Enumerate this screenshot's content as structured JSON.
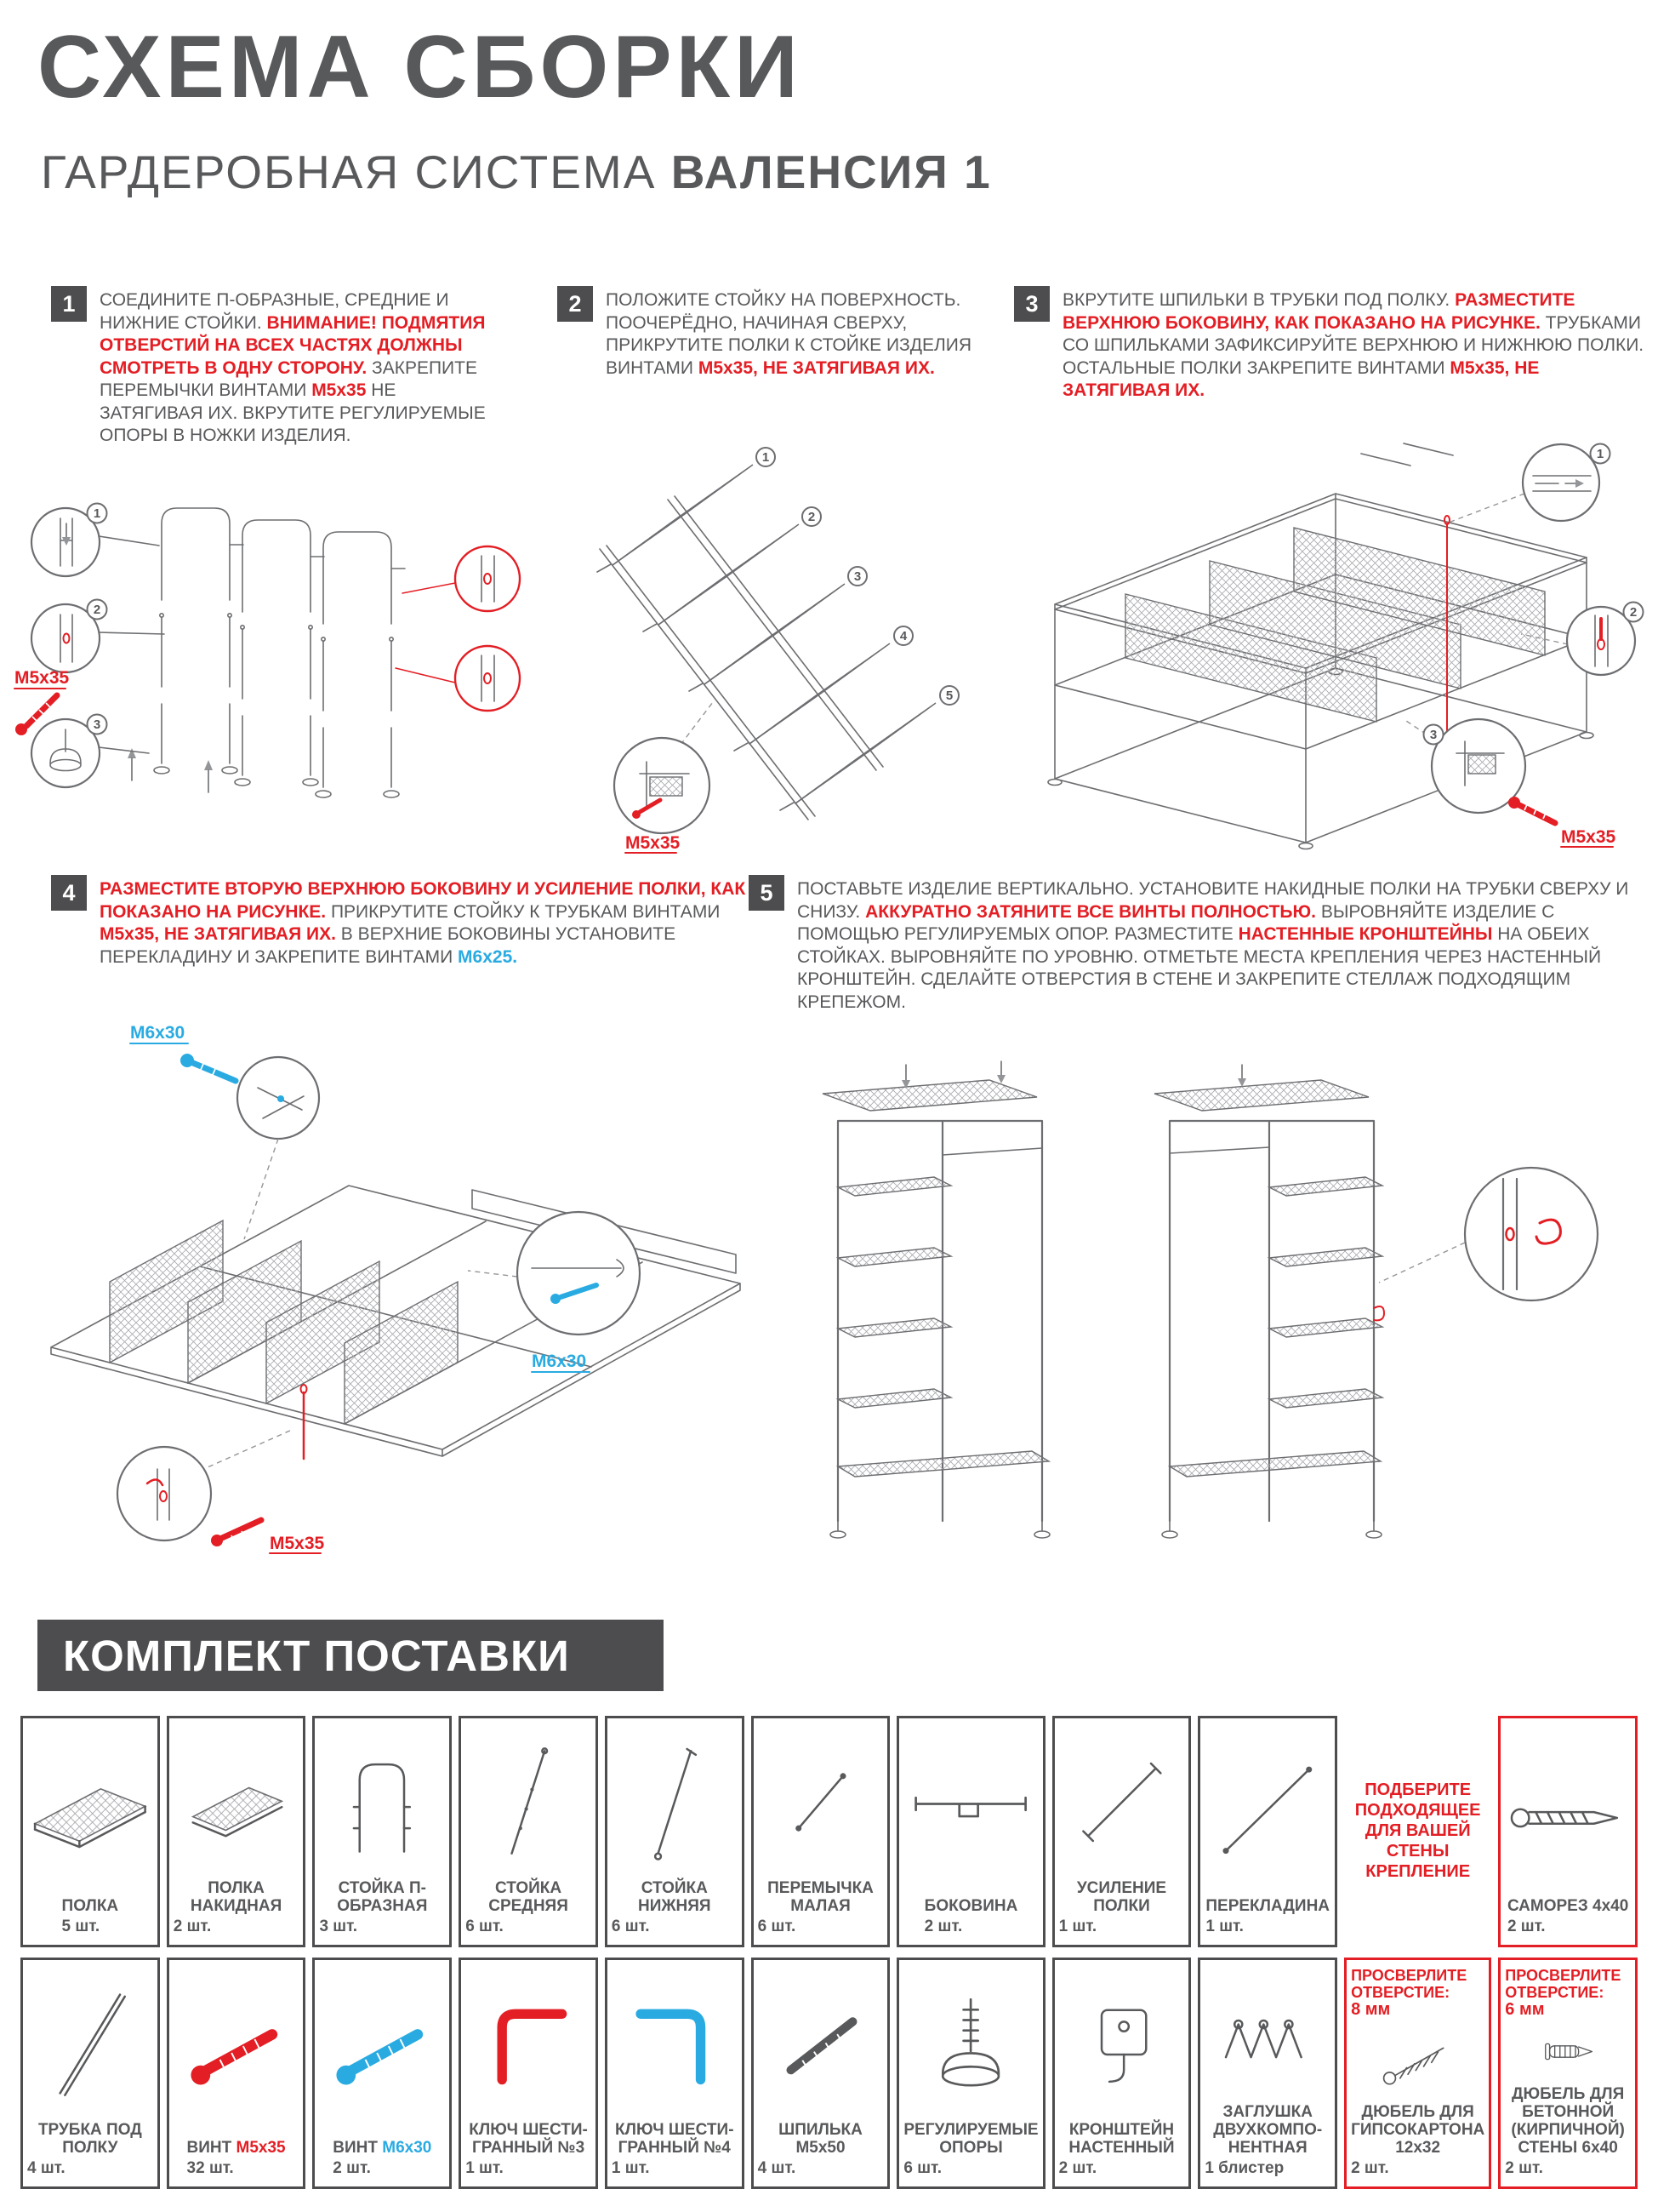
{
  "colors": {
    "dark": "#58595b",
    "accent_red": "#e31e24",
    "accent_blue": "#29abe2"
  },
  "header": {
    "title": "СХЕМА СБОРКИ",
    "subtitle_regular": "ГАРДЕРОБНАЯ СИСТЕМА ",
    "subtitle_bold": "ВАЛЕНСИЯ 1"
  },
  "steps": [
    {
      "number": "1",
      "text": [
        {
          "t": "СОЕДИНИТЕ П-ОБРАЗНЫЕ, СРЕДНИЕ И НИЖНИЕ СТОЙКИ. "
        },
        {
          "t": "ВНИМАНИЕ! ПОДМЯТИЯ ОТВЕРСТИЙ НА ВСЕХ ЧАСТЯХ ДОЛЖНЫ СМОТРЕТЬ В ОДНУ СТОРОНУ. ",
          "c": "r"
        },
        {
          "t": "ЗАКРЕПИТЕ ПЕРЕМЫЧКИ ВИНТАМИ "
        },
        {
          "t": "М5х35",
          "c": "r"
        },
        {
          "t": " НЕ ЗАТЯГИВАЯ ИХ. ВКРУТИТЕ РЕГУЛИРУЕМЫЕ ОПОРЫ В НОЖКИ ИЗДЕЛИЯ."
        }
      ]
    },
    {
      "number": "2",
      "text": [
        {
          "t": "ПОЛОЖИТЕ СТОЙКУ НА ПОВЕРХНОСТЬ. ПООЧЕРЁДНО, НАЧИНАЯ СВЕРХУ, ПРИКРУТИТЕ ПОЛКИ К СТОЙКЕ ИЗДЕЛИЯ ВИНТАМИ "
        },
        {
          "t": "М5х35, НЕ ЗАТЯГИВАЯ ИХ.",
          "c": "r"
        }
      ]
    },
    {
      "number": "3",
      "text": [
        {
          "t": "ВКРУТИТЕ ШПИЛЬКИ В ТРУБКИ ПОД ПОЛКУ. "
        },
        {
          "t": "РАЗМЕСТИТЕ ВЕРХНЮЮ БОКОВИНУ, КАК ПОКАЗАНО НА РИСУНКЕ. ",
          "c": "r"
        },
        {
          "t": "ТРУБКАМИ СО ШПИЛЬКАМИ ЗАФИКСИРУЙТЕ ВЕРХНЮЮ И НИЖНЮЮ ПОЛКИ. ОСТАЛЬНЫЕ ПОЛКИ ЗАКРЕПИТЕ ВИНТАМИ "
        },
        {
          "t": "М5х35, НЕ ЗАТЯГИВАЯ ИХ.",
          "c": "r"
        }
      ]
    },
    {
      "number": "4",
      "text": [
        {
          "t": "РАЗМЕСТИТЕ ВТОРУЮ ВЕРХНЮЮ БОКОВИНУ И УСИЛЕНИЕ ПОЛКИ, КАК ПОКАЗАНО НА РИСУНКЕ. ",
          "c": "r"
        },
        {
          "t": "ПРИКРУТИТЕ СТОЙКУ К ТРУБКАМ ВИНТАМИ "
        },
        {
          "t": "М5х35, НЕ ЗАТЯГИВАЯ ИХ. ",
          "c": "r"
        },
        {
          "t": "В ВЕРХНИЕ БОКОВИНЫ УСТАНОВИТЕ ПЕРЕКЛАДИНУ И ЗАКРЕПИТЕ ВИНТАМИ "
        },
        {
          "t": "М6х25.",
          "c": "b"
        }
      ]
    },
    {
      "number": "5",
      "text": [
        {
          "t": "ПОСТАВЬТЕ ИЗДЕЛИЕ ВЕРТИКАЛЬНО. УСТАНОВИТЕ НАКИДНЫЕ ПОЛКИ НА ТРУБКИ СВЕРХУ И СНИЗУ. "
        },
        {
          "t": "АККУРАТНО ЗАТЯНИТЕ ВСЕ ВИНТЫ ПОЛНОСТЬЮ. ",
          "c": "r"
        },
        {
          "t": "ВЫРОВНЯЙТЕ ИЗДЕЛИЕ С ПОМОЩЬЮ РЕГУЛИРУЕМЫХ ОПОР. РАЗМЕСТИТЕ "
        },
        {
          "t": "НАСТЕННЫЕ КРОНШТЕЙНЫ ",
          "c": "r"
        },
        {
          "t": "НА ОБЕИХ СТОЙКАХ. ВЫРОВНЯЙТЕ ПО УРОВНЮ. ОТМЕТЬТЕ МЕСТА КРЕПЛЕНИЯ ЧЕРЕЗ НАСТЕННЫЙ КРОНШТЕЙН. СДЕЛАЙТЕ ОТВЕРСТИЯ В СТЕНЕ И ЗАКРЕПИТЕ СТЕЛЛАЖ ПОДХОДЯЩИМ КРЕПЕЖОМ."
        }
      ]
    }
  ],
  "illustrations": {
    "screw_m5": "М5х35",
    "screw_m6": "М6х30",
    "step1_callouts": [
      "1",
      "2",
      "3"
    ],
    "step2_shelf_numbers": [
      "1",
      "2",
      "3",
      "4",
      "5"
    ],
    "step3_callouts": [
      "1",
      "2",
      "3"
    ]
  },
  "kit": {
    "title": "КОМПЛЕКТ ПОСТАВКИ",
    "row1": [
      {
        "name": [
          {
            "t": "ПОЛКА"
          }
        ],
        "qty": "5 шт."
      },
      {
        "name": [
          {
            "t": "ПОЛКА НАКИДНАЯ"
          }
        ],
        "qty": "2 шт."
      },
      {
        "name": [
          {
            "t": "СТОЙКА П-ОБРАЗНАЯ"
          }
        ],
        "qty": "3 шт."
      },
      {
        "name": [
          {
            "t": "СТОЙКА СРЕДНЯЯ"
          }
        ],
        "qty": "6 шт."
      },
      {
        "name": [
          {
            "t": "СТОЙКА НИЖНЯЯ"
          }
        ],
        "qty": "6 шт."
      },
      {
        "name": [
          {
            "t": "ПЕРЕМЫЧКА МАЛАЯ"
          }
        ],
        "qty": "6 шт."
      },
      {
        "name": [
          {
            "t": "БОКОВИНА"
          }
        ],
        "qty": "2 шт."
      },
      {
        "name": [
          {
            "t": "УСИЛЕНИЕ ПОЛКИ"
          }
        ],
        "qty": "1 шт."
      },
      {
        "name": [
          {
            "t": "ПЕРЕКЛАДИНА"
          }
        ],
        "qty": "1 шт."
      }
    ],
    "wall_note": "ПОДБЕРИТЕ ПОДХОДЯЩЕЕ ДЛЯ ВАШЕЙ СТЕНЫ КРЕПЛЕНИЕ",
    "screw_cell": {
      "name": [
        {
          "t": "САМОРЕЗ 4х40"
        }
      ],
      "qty": "2 шт."
    },
    "row2": [
      {
        "name": [
          {
            "t": "ТРУБКА ПОД ПОЛКУ"
          }
        ],
        "qty": "4 шт."
      },
      {
        "name": [
          {
            "t": "ВИНТ "
          },
          {
            "t": "М5х35",
            "c": "r"
          }
        ],
        "qty": "32 шт."
      },
      {
        "name": [
          {
            "t": "ВИНТ "
          },
          {
            "t": "М6х30",
            "c": "b"
          }
        ],
        "qty": "2 шт."
      },
      {
        "name": [
          {
            "t": "КЛЮЧ ШЕСТИ-ГРАННЫЙ №3"
          }
        ],
        "qty": "1 шт."
      },
      {
        "name": [
          {
            "t": "КЛЮЧ ШЕСТИ-ГРАННЫЙ №4"
          }
        ],
        "qty": "1 шт."
      },
      {
        "name": [
          {
            "t": "ШПИЛЬКА М5х50"
          }
        ],
        "qty": "4 шт."
      },
      {
        "name": [
          {
            "t": "РЕГУЛИРУЕМЫЕ ОПОРЫ"
          }
        ],
        "qty": "6 шт."
      },
      {
        "name": [
          {
            "t": "КРОНШТЕЙН НАСТЕННЫЙ"
          }
        ],
        "qty": "2 шт."
      },
      {
        "name": [
          {
            "t": "ЗАГЛУШКА ДВУХКОМПО-НЕНТНАЯ"
          }
        ],
        "qty": "1 блистер"
      }
    ],
    "dowel1": {
      "drill_label": "ПРОСВЕРЛИТЕ ОТВЕРСТИЕ:",
      "drill_size": "8 мм",
      "name": [
        {
          "t": "ДЮБЕЛЬ ДЛЯ ГИПСОКАРТОНА 12х32"
        }
      ],
      "qty": "2 шт."
    },
    "dowel2": {
      "drill_label": "ПРОСВЕРЛИТЕ ОТВЕРСТИЕ:",
      "drill_size": "6 мм",
      "name": [
        {
          "t": "ДЮБЕЛЬ ДЛЯ БЕТОННОЙ (КИРПИЧНОЙ) СТЕНЫ 6х40"
        }
      ],
      "qty": "2 шт."
    }
  }
}
